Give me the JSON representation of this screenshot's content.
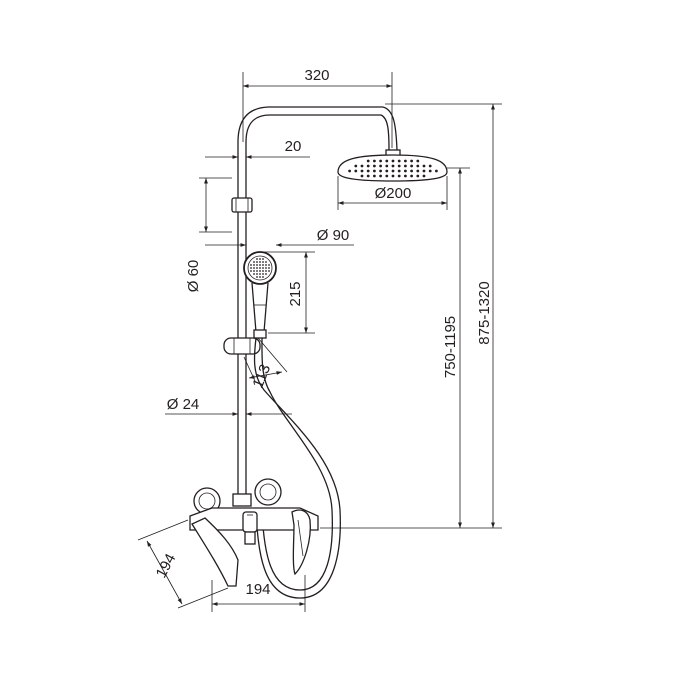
{
  "dimensions": {
    "arm_length": "320",
    "wall_offset": "20",
    "head_diameter": "Ø200",
    "handshower_diameter": "Ø 90",
    "bracket_diameter": "Ø 60",
    "handshower_height": "215",
    "holder_size": "113",
    "pipe_diameter": "Ø 24",
    "head_height_range": "750-1195",
    "total_height_range": "875-1320",
    "mixer_depth": "194",
    "mixer_width": "194"
  },
  "colors": {
    "line": "#231f20",
    "background": "#ffffff"
  }
}
